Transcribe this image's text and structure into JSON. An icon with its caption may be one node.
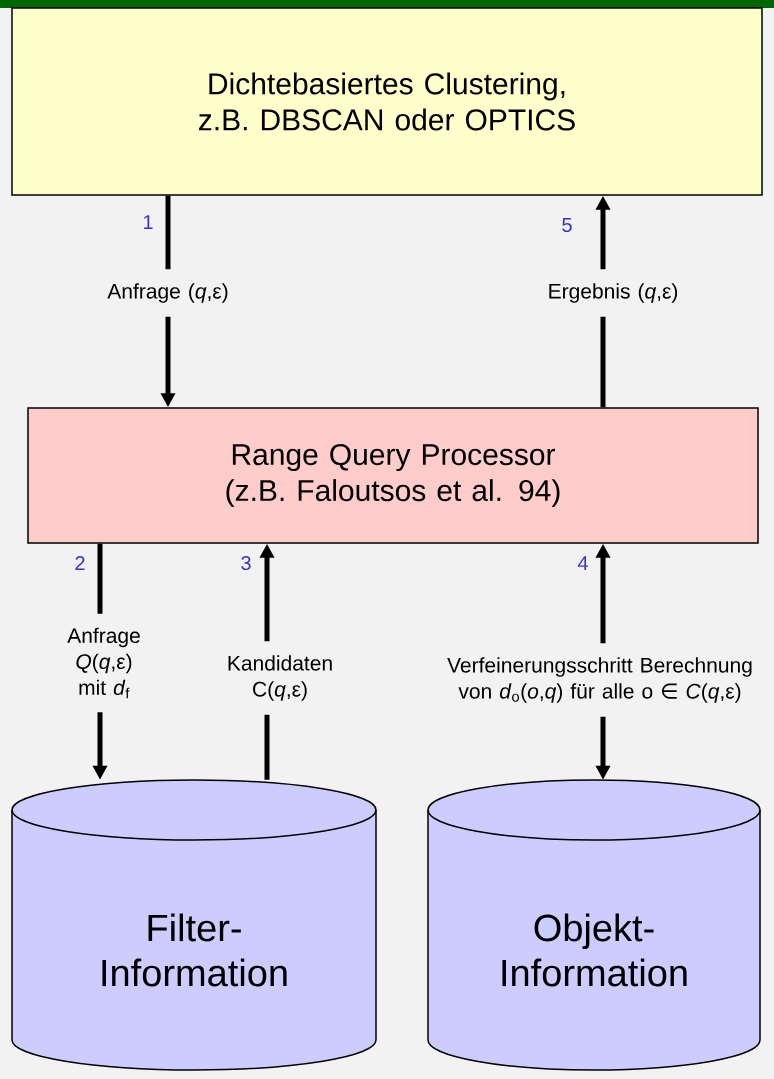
{
  "diagram": {
    "nodes": [
      {
        "text": [
          "Dichtebasiertes Clustering, z.B. DBSCAN oder OPTICS"
        ]
      },
      {
        "text": [
          "Range Query Processor (z.B. Faloutsos et al. 94)"
        ]
      },
      {
        "text": [
          "Filter- Information"
        ]
      },
      {
        "text": [
          "Objekt- Information"
        ]
      }
    ],
    "edges": [
      {
        "from": 0,
        "to": 1,
        "arrow": "to",
        "label": "Anfrage (*q*,ε)"
      },
      {
        "from": 1,
        "to": 0,
        "arrow": "to",
        "label": "Ergebnis (*q*,ε)"
      },
      {
        "from": 1,
        "to": 2,
        "arrow": "to",
        "label": "Anfrage *Q*(*q*,ε) mit *d*$_{f}$"
      },
      {
        "from": 2,
        "to": 1,
        "arrow": "to",
        "label": "Kandidaten C(*q*,ε)"
      },
      {
        "from": 1,
        "to": 3,
        "arrow": "both",
        "label": "Verfeinerungsschritt Berechnung von *d*$_{o}$(*o*,*q*) für alle o ∈ *C*(*q*,ε)"
      }
    ],
    "labels": [
      "1",
      "5",
      "2",
      "3",
      "4"
    ]
  }
}
